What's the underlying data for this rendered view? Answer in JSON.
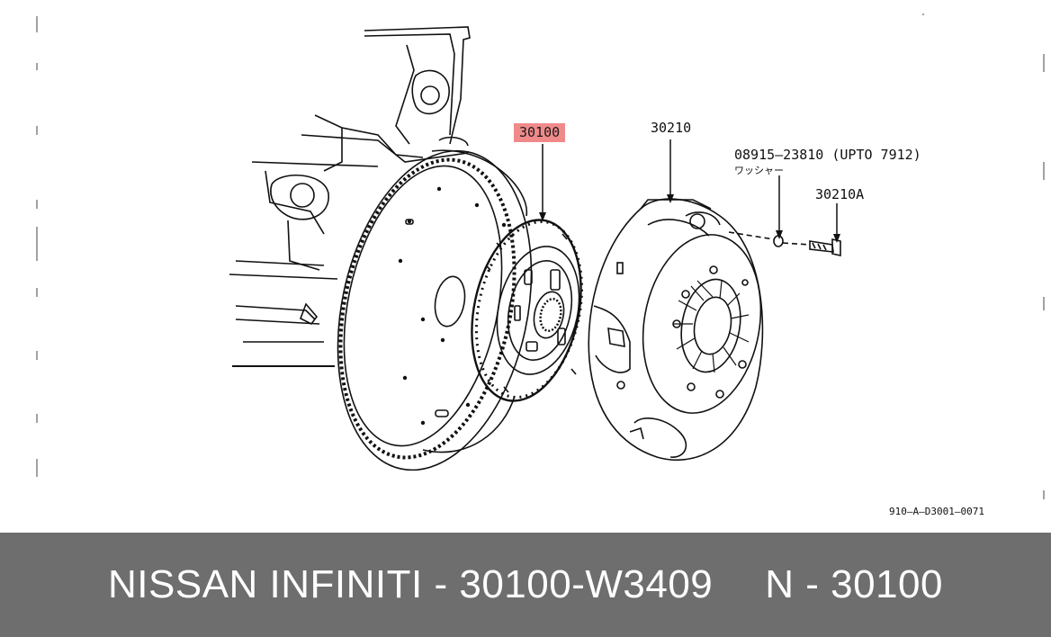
{
  "callouts": {
    "disc": "30100",
    "cover": "30210",
    "washer_part": "08915—23810 (UPTO 7912)",
    "washer_note": "ワッシャー",
    "bolt": "30210A",
    "diagram_code": "910—A—D3001—0071"
  },
  "footer": {
    "brand_part": "NISSAN INFINITI - 30100-W3409",
    "ref": "N - 30100"
  },
  "colors": {
    "highlight": "#f08a8a",
    "footer_bg": "#6e6e6e",
    "line": "#111111"
  }
}
